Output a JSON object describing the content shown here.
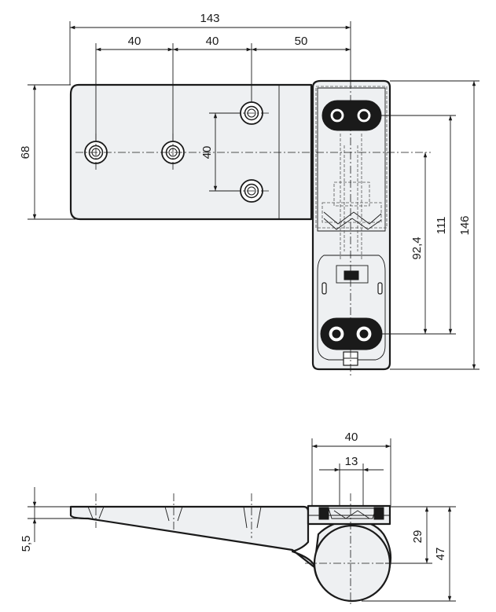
{
  "drawing": {
    "top_view": {
      "dimensions": {
        "overall_width": "143",
        "spacing_1": "40",
        "spacing_2": "40",
        "spacing_3": "50",
        "height_left": "68",
        "hole_spacing_vertical": "40",
        "dim_92": "92,4",
        "dim_111": "111",
        "dim_146": "146"
      }
    },
    "side_view": {
      "dimensions": {
        "width_40": "40",
        "width_13": "13",
        "thickness": "5,5",
        "height_29": "29",
        "height_47": "47"
      }
    }
  }
}
